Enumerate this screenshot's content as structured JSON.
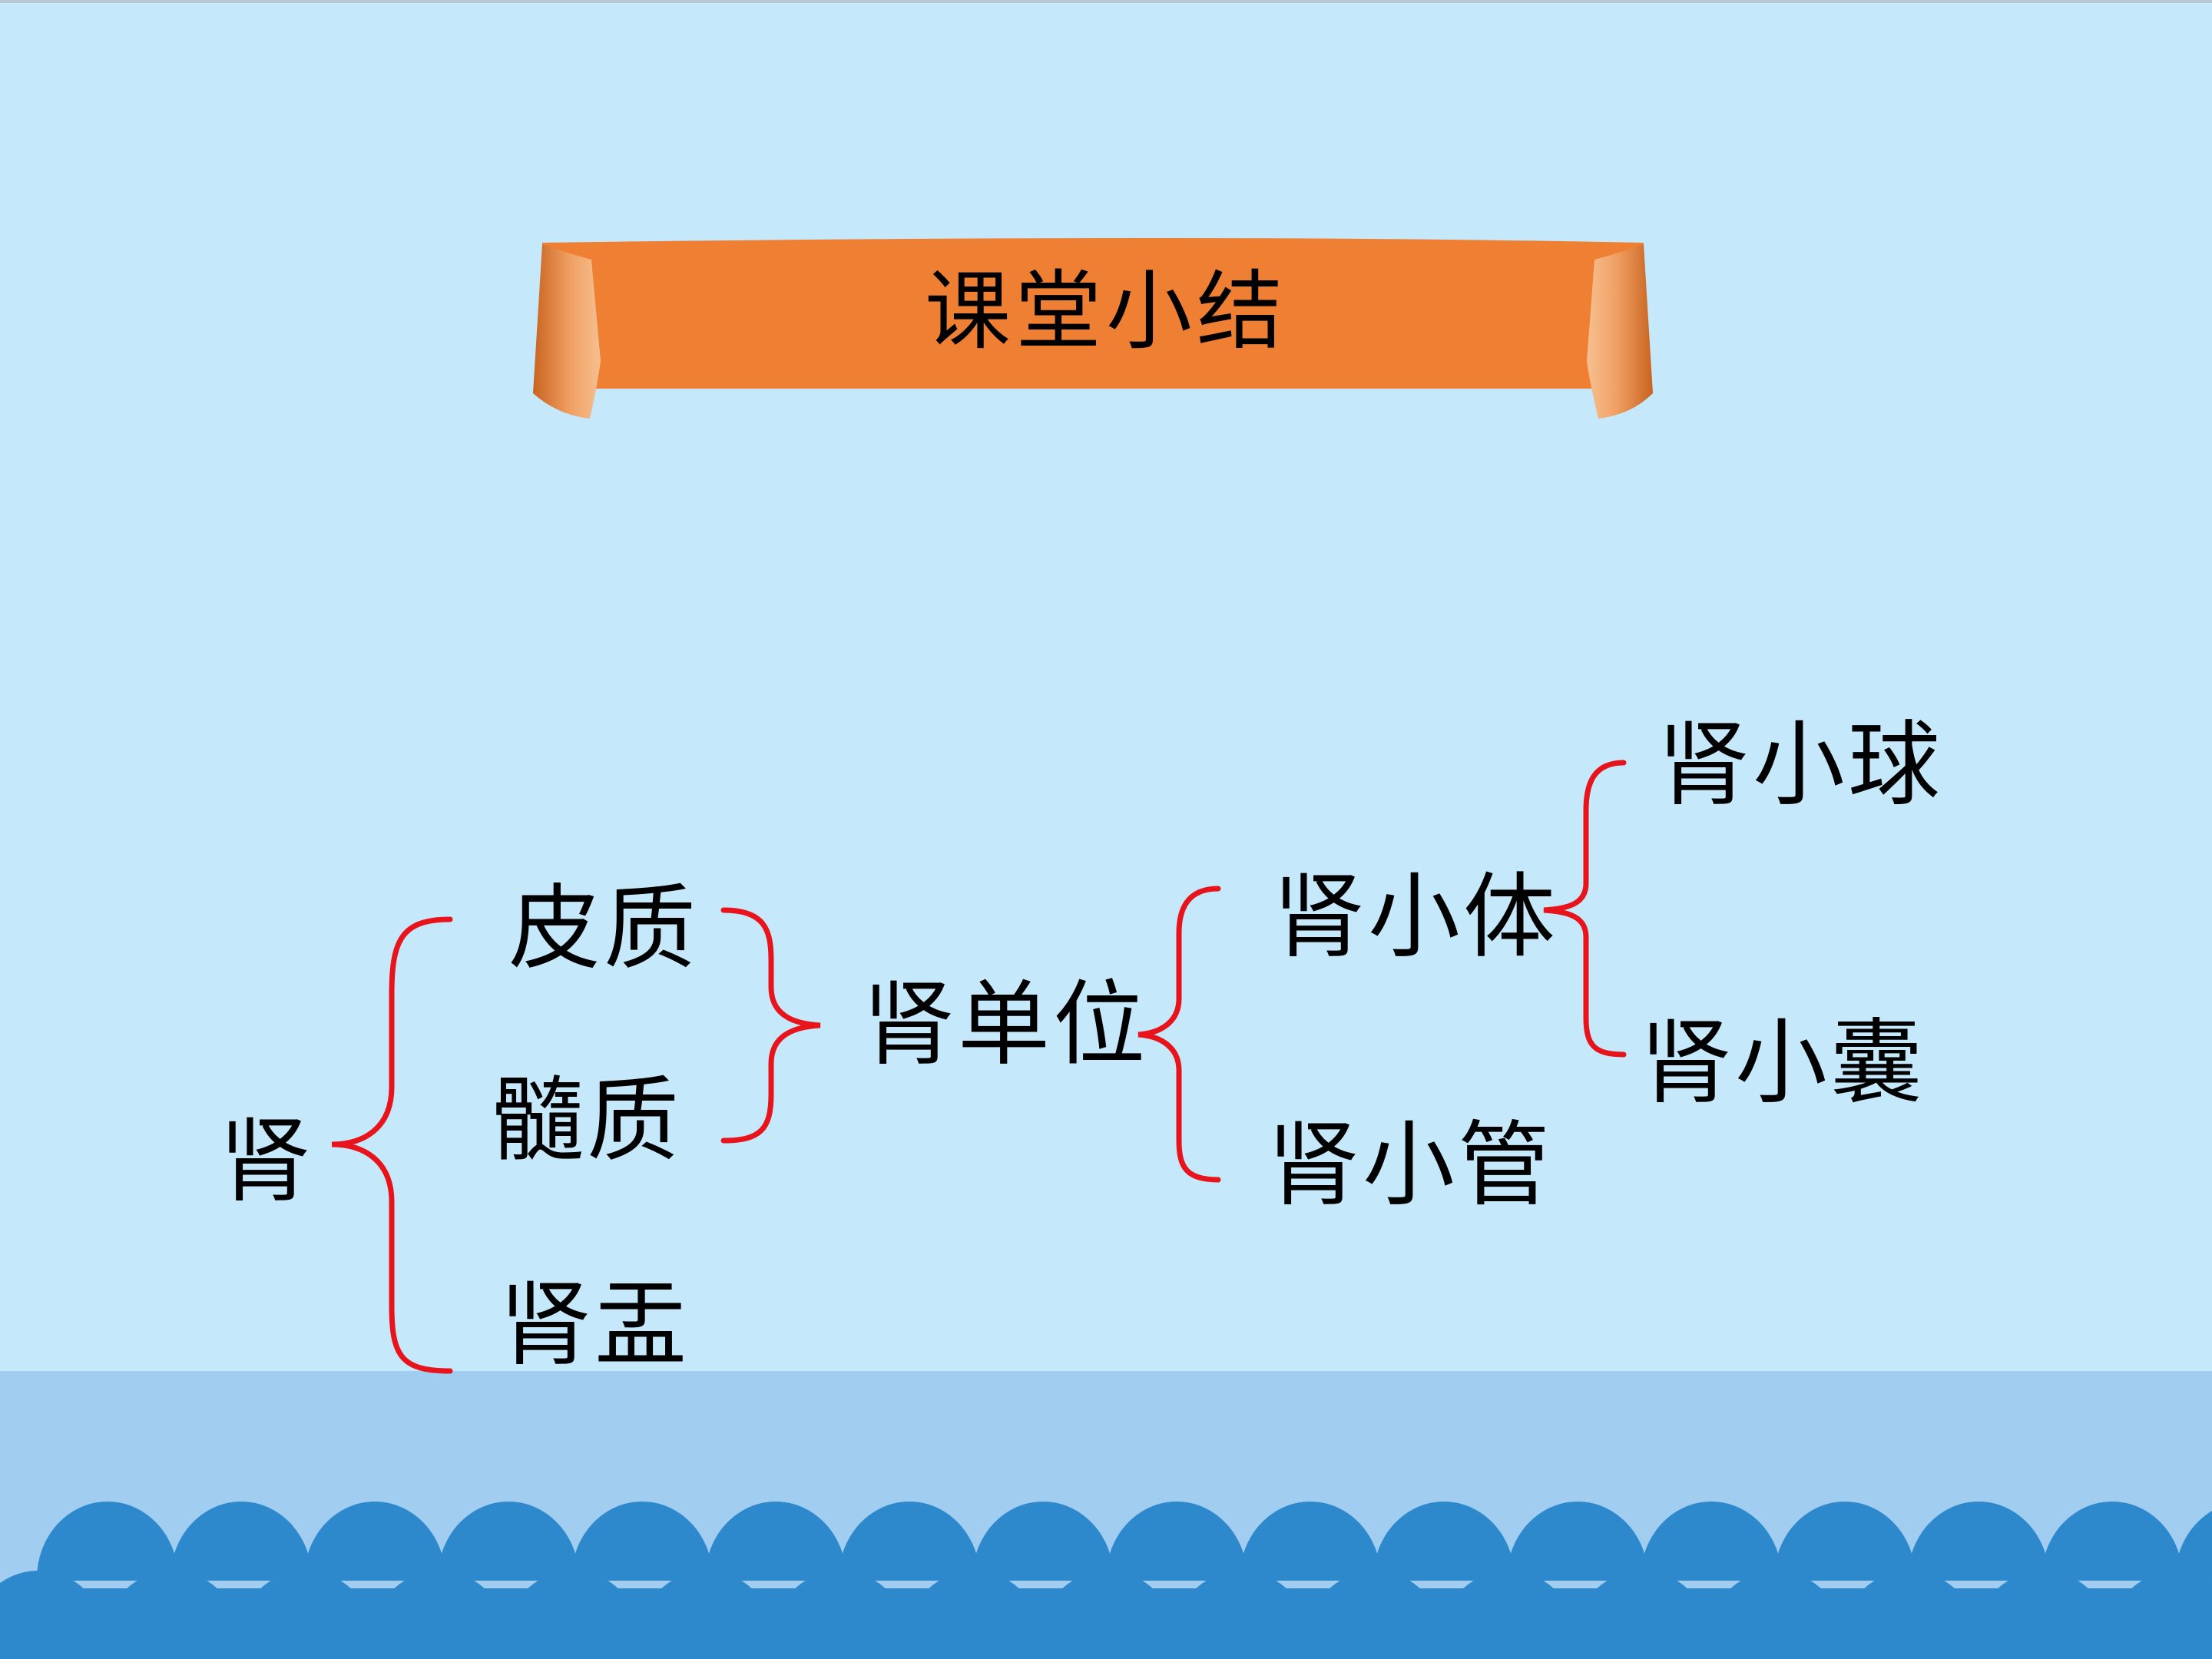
{
  "banner": {
    "title": "课堂小结"
  },
  "diagram": {
    "root": "肾",
    "level1": {
      "cortex": "皮质",
      "medulla": "髓质",
      "pelvis": "肾盂"
    },
    "nephron": "肾单位",
    "level2": {
      "corpuscle": "肾小体",
      "tubule": "肾小管"
    },
    "level3": {
      "glomerulus": "肾小球",
      "capsule": "肾小囊"
    }
  },
  "colors": {
    "background": "#c6e8fb",
    "banner": "#ee7f33",
    "banner_curl_light": "#f6b884",
    "banner_curl_dark": "#c9631f",
    "bracket": "#e8141c",
    "floor": "#a0cdf0",
    "scales": "#2e88cc"
  }
}
